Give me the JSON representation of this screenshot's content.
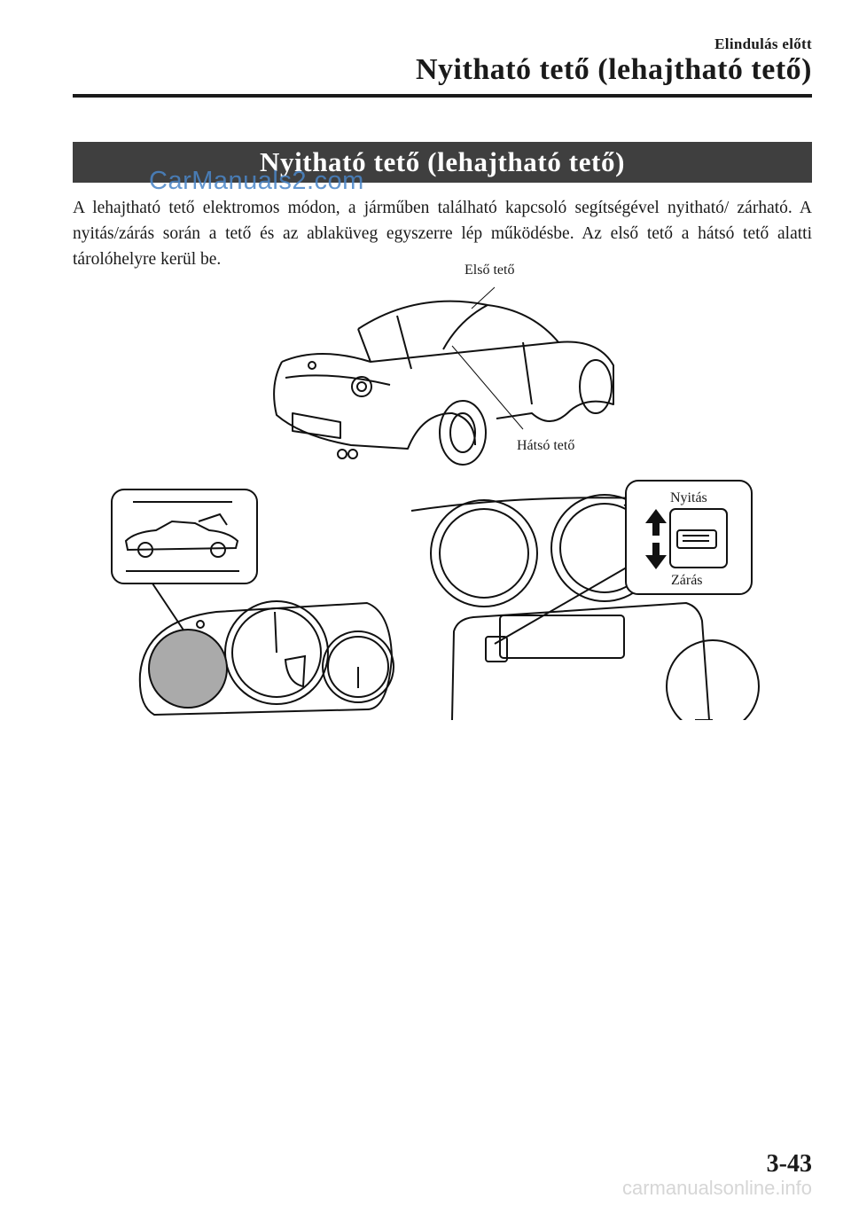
{
  "header": {
    "section_label": "Elindulás előtt",
    "chapter_title": "Nyitható tető (lehajtható tető)"
  },
  "watermark": "CarManuals2.com",
  "section": {
    "title": "Nyitható tető (lehajtható tető)",
    "paragraph": "A lehajtható tető elektromos módon, a járműben található kapcsoló segítségével nyitható/ zárható. A nyitás/zárás során a tető és az ablaküveg egyszerre lép működésbe. Az első tető a hátsó tető alatti tárolóhelyre kerül be."
  },
  "figure_car": {
    "front_roof_label": "Első tető",
    "rear_roof_label": "Hátsó tető"
  },
  "figure_dash": {
    "open_label": "Nyitás",
    "close_label": "Zárás"
  },
  "footer": {
    "page_number": "3-43",
    "site": "carmanualsonline.info"
  }
}
